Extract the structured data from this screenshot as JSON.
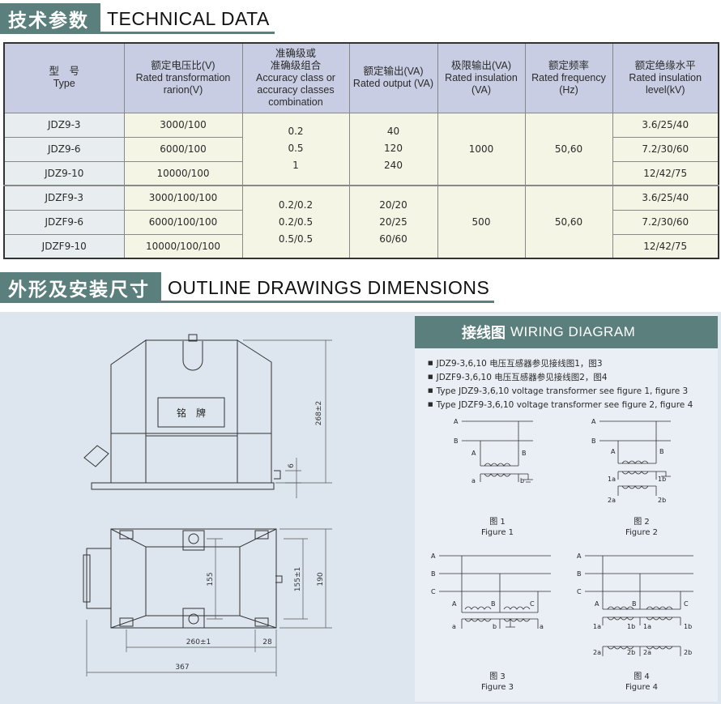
{
  "section_technical": {
    "cn": "技术参数",
    "en": "TECHNICAL DATA"
  },
  "section_outline": {
    "cn": "外形及安装尺寸",
    "en": "OUTLINE  DRAWINGS  DIMENSIONS"
  },
  "table": {
    "headers": [
      {
        "cn": "型　号",
        "en": "Type"
      },
      {
        "cn": "额定电压比(V)",
        "en": "Rated transformation rarion(V)"
      },
      {
        "cn": "准确级或\n准确级组合",
        "en": "Accuracy class or accuracy classes combination"
      },
      {
        "cn": "额定输出(VA)",
        "en": "Rated output (VA)"
      },
      {
        "cn": "极限输出(VA)",
        "en": "Rated insulation (VA)"
      },
      {
        "cn": "额定频率",
        "en": "Rated frequency (Hz)"
      },
      {
        "cn": "额定绝缘水平",
        "en": "Rated insulation level(kV)"
      }
    ],
    "group1": {
      "types": [
        "JDZ9-3",
        "JDZ9-6",
        "JDZ9-10"
      ],
      "ratios": [
        "3000/100",
        "6000/100",
        "10000/100"
      ],
      "accuracy": [
        "0.2",
        "0.5",
        "1"
      ],
      "output": [
        "40",
        "120",
        "240"
      ],
      "limit": "1000",
      "frequency": "50,60",
      "insulation": [
        "3.6/25/40",
        "7.2/30/60",
        "12/42/75"
      ]
    },
    "group2": {
      "types": [
        "JDZF9-3",
        "JDZF9-6",
        "JDZF9-10"
      ],
      "ratios": [
        "3000/100/100",
        "6000/100/100",
        "10000/100/100"
      ],
      "accuracy": [
        "0.2/0.2",
        "0.2/0.5",
        "0.5/0.5"
      ],
      "output": [
        "20/20",
        "20/25",
        "60/60"
      ],
      "limit": "500",
      "frequency": "50,60",
      "insulation": [
        "3.6/25/40",
        "7.2/30/60",
        "12/42/75"
      ]
    }
  },
  "drawing": {
    "nameplate": "铭　牌",
    "dims": {
      "height": "268±2",
      "base": "6",
      "depth": "190",
      "hole_v": "155",
      "hole_v2": "155±1",
      "hole_h": "260±1",
      "edge": "28",
      "length": "367"
    }
  },
  "wiring": {
    "cn": "接线图",
    "en": "WIRING DIAGRAM",
    "notes": [
      "JDZ9-3,6,10 电压互感器参见接线图1，图3",
      "JDZF9-3,6,10 电压互感器参见接线图2，图4",
      "Type JDZ9-3,6,10 voltage transformer see figure 1, figure 3",
      "Type JDZF9-3,6,10 voltage transformer see figure 2, figure 4"
    ],
    "figures": [
      {
        "cn": "图 1",
        "en": "Figure 1"
      },
      {
        "cn": "图 2",
        "en": "Figure 2"
      },
      {
        "cn": "图 3",
        "en": "Figure 3"
      },
      {
        "cn": "图 4",
        "en": "Figure 4"
      }
    ],
    "labels": {
      "A": "A",
      "B": "B",
      "C": "C",
      "a": "a",
      "b": "b",
      "1a": "1a",
      "1b": "1b",
      "2a": "2a",
      "2b": "2b"
    }
  },
  "colors": {
    "accent": "#5b7f7c",
    "header_bg": "#c9cde3",
    "type_bg": "#e8eef0",
    "cell_bg": "#f5f5e6",
    "panel_bg": "#dde6ee"
  }
}
